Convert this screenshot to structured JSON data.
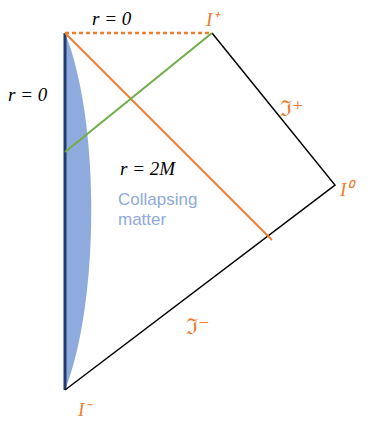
{
  "diagram": {
    "labels": [
      "r = 0",
      "I⁺",
      "r = 0",
      "r = 2M",
      "ℑ⁺",
      "I⁰",
      "Collapsing matter",
      "ℑ⁻",
      "I⁻"
    ]
  }
}
